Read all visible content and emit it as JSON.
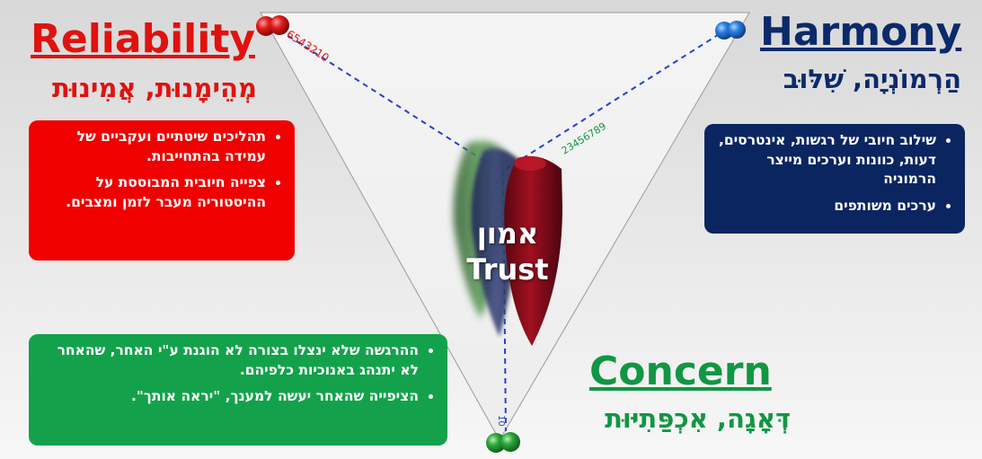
{
  "colors": {
    "reliability": "#e0120f",
    "harmony": "#0b2a6b",
    "concern": "#119644",
    "reliability_box": "#f00000",
    "harmony_box": "#0b2561",
    "concern_box": "#13a24b",
    "guide_line": "#2b3fcf",
    "scale_red": "#e0120f",
    "scale_green": "#119644",
    "scale_blue": "#3344aa"
  },
  "reliability": {
    "title": "Reliability",
    "subtitle": "מְהֵימָנוּת, אֲמִינוּת",
    "bullets": [
      "תהליכים שיטתיים ועקביים של עמידה בהתחייבות.",
      "צפייה חיובית המבוססת על ההיסטוריה מעבר לזמן ומצבים."
    ],
    "scale": "6543210"
  },
  "harmony": {
    "title": "Harmony",
    "subtitle": "הַרְמוֹנְיָה, שִׁלּוּב",
    "bullets": [
      "שילוב חיובי של רגשות, אינטרסים, דעות, כוונות וערכים מייצר הרמוניה",
      "ערכים משותפים"
    ],
    "scale": "23456789"
  },
  "concern": {
    "title": "Concern",
    "subtitle": "דְּאָגָה, אִכְפַּתִיּוּת",
    "bullets": [
      "ההרגשה שלא ינצלו בצורה לא הוגנת ע\"י האחר, שהאחר לא יתנהג באנוכיות כלפיהם.",
      "הציפייה שהאחר יעשה למענך, \"יראה אותך\"."
    ]
  },
  "center": {
    "hebrew": "אמון",
    "english": "Trust"
  },
  "icons": [
    "red-balls-icon",
    "blue-balls-icon",
    "green-balls-icon",
    "pendulum-icon"
  ]
}
